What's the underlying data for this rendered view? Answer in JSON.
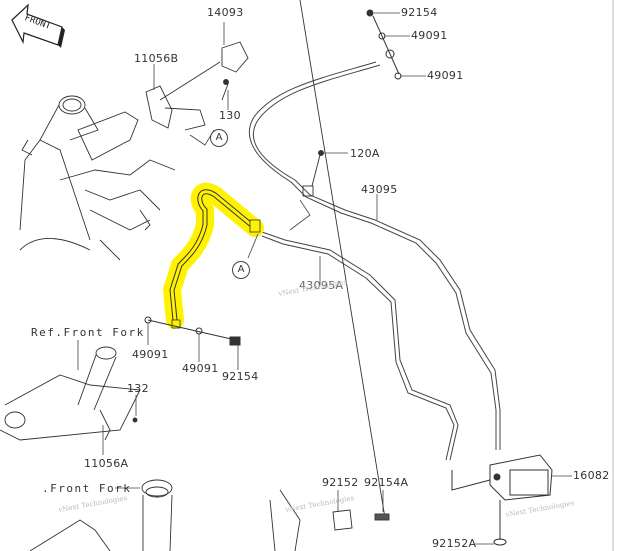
{
  "diagram": {
    "title": "Front Brake Hose / ABS Parts Diagram",
    "highlight_color": "#fff200",
    "front_arrow_label": "FRONT",
    "callout_letter": "A",
    "watermark": "vNext Technologies",
    "parts": {
      "p14093": "14093",
      "p11056B": "11056B",
      "p130": "130",
      "p92154_top": "92154",
      "p49091_top1": "49091",
      "p49091_top2": "49091",
      "p120A": "120A",
      "p43095": "43095",
      "p43095A": "43095A",
      "p49091_left": "49091",
      "p49091_mid": "49091",
      "p92154_mid": "92154",
      "p132": "132",
      "p11056A": "11056A",
      "p92152": "92152",
      "p92154A": "92154A",
      "p16082": "16082",
      "p92152A": "92152A"
    },
    "references": {
      "ref_front_fork_top": "Ref.Front Fork",
      "ref_front_fork_bottom": ".Front Fork"
    }
  }
}
